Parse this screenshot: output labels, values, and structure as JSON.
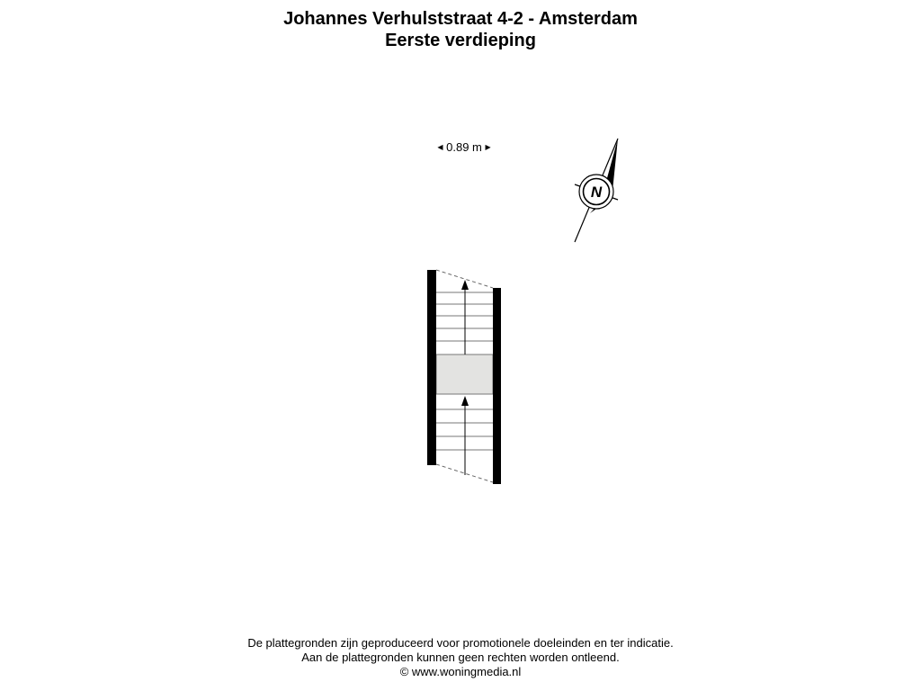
{
  "header": {
    "title": "Johannes Verhulststraat 4-2 - Amsterdam",
    "subtitle": "Eerste verdieping"
  },
  "scale": {
    "label": "0.89 m"
  },
  "compass": {
    "north_label": "N",
    "icon": "north-arrow-icon"
  },
  "floorplan": {
    "icon": "staircase-icon",
    "wall_color": "#000000",
    "landing_color": "#e3e3e1"
  },
  "footer": {
    "line1": "De plattegronden zijn geproduceerd voor promotionele doeleinden en ter indicatie.",
    "line2": "Aan de plattegronden kunnen geen rechten worden ontleend.",
    "line3": "© www.woningmedia.nl"
  }
}
